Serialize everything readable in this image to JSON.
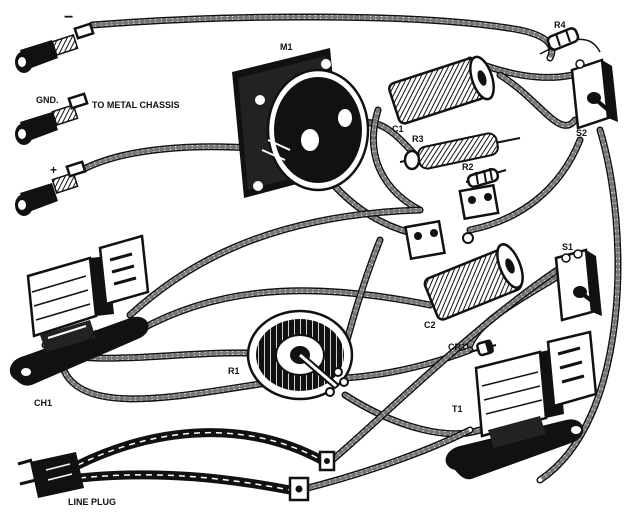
{
  "labels": {
    "neg": "−",
    "gnd": "GND.",
    "to_chassis": "TO METAL CHASSIS",
    "pos": "+",
    "m1": "M1",
    "c1": "C1",
    "r3": "R3",
    "r2": "R2",
    "r4": "R4",
    "s2": "S2",
    "s1": "S1",
    "c2": "C2",
    "cr1": "CR1",
    "r1": "R1",
    "t1": "T1",
    "ch1": "CH1",
    "line_plug": "LINE PLUG"
  },
  "colors": {
    "ink": "#111111",
    "paper": "#ffffff"
  }
}
